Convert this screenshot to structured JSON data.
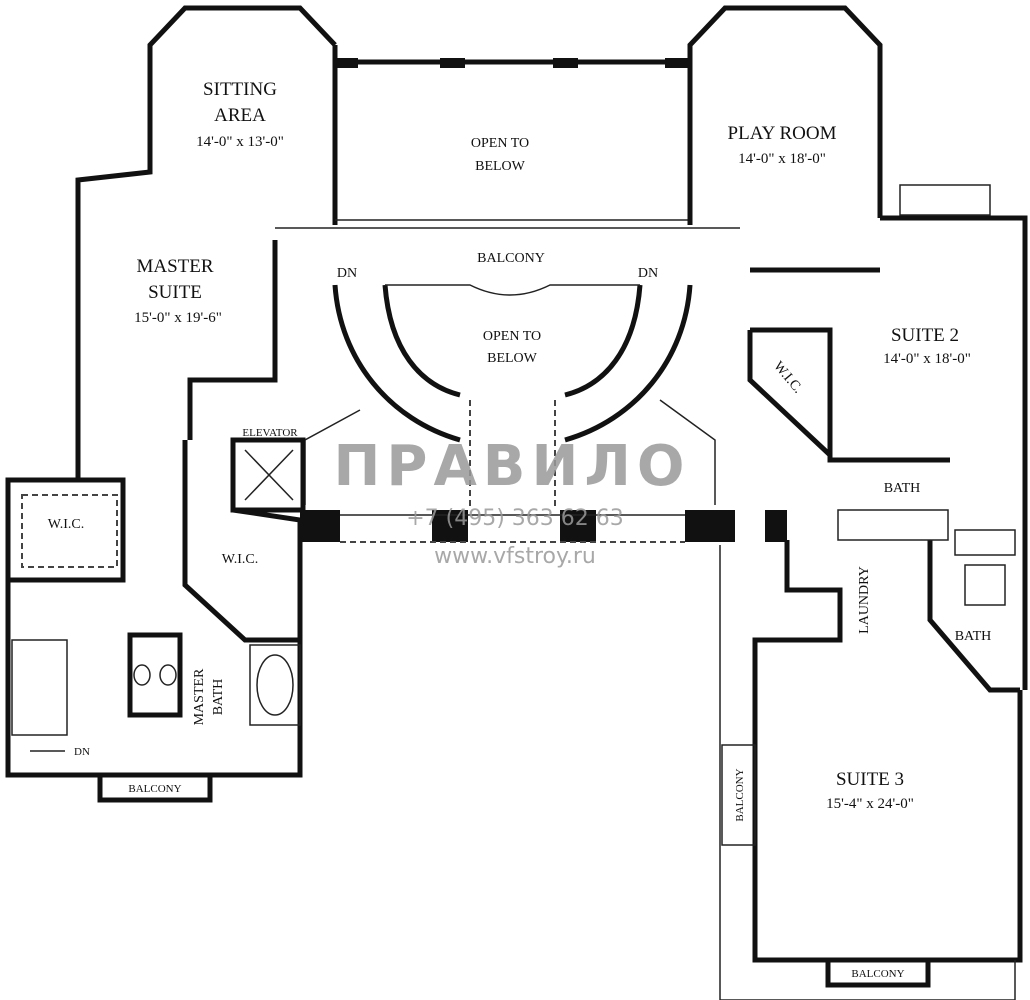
{
  "rooms": {
    "sitting_area": {
      "name_line1": "SITTING",
      "name_line2": "AREA",
      "dims": "14'-0\" x 13'-0\""
    },
    "open_to_below_top": {
      "line1": "OPEN TO",
      "line2": "BELOW"
    },
    "play_room": {
      "name": "PLAY ROOM",
      "dims": "14'-0\" x 18'-0\""
    },
    "master_suite": {
      "name_line1": "MASTER",
      "name_line2": "SUITE",
      "dims": "15'-0\" x 19'-6\""
    },
    "balcony_center": "BALCONY",
    "stair_left_dn": "DN",
    "stair_right_dn": "DN",
    "open_to_below_center": {
      "line1": "OPEN TO",
      "line2": "BELOW"
    },
    "suite_2": {
      "name": "SUITE 2",
      "dims": "14'-0\" x 18'-0\""
    },
    "wic_suite2": "W.I.C.",
    "elevator": "ELEVATOR",
    "wic_left": "W.I.C.",
    "wic_master": "W.I.C.",
    "bath_suite2": "BATH",
    "laundry": "LAUNDRY",
    "bath_suite3": "BATH",
    "master_bath": {
      "line1": "MASTER",
      "line2": "BATH"
    },
    "master_bath_dn": "DN",
    "balcony_master": "BALCONY",
    "balcony_suite3_side": "BALCONY",
    "suite_3": {
      "name": "SUITE 3",
      "dims": "15'-4\" x 24'-0\""
    },
    "balcony_suite3_bottom": "BALCONY"
  },
  "watermark": {
    "logo_text": "ПРАВИЛО",
    "phone": "+7 (495) 363 62 63",
    "website": "www.vfstroy.ru"
  }
}
